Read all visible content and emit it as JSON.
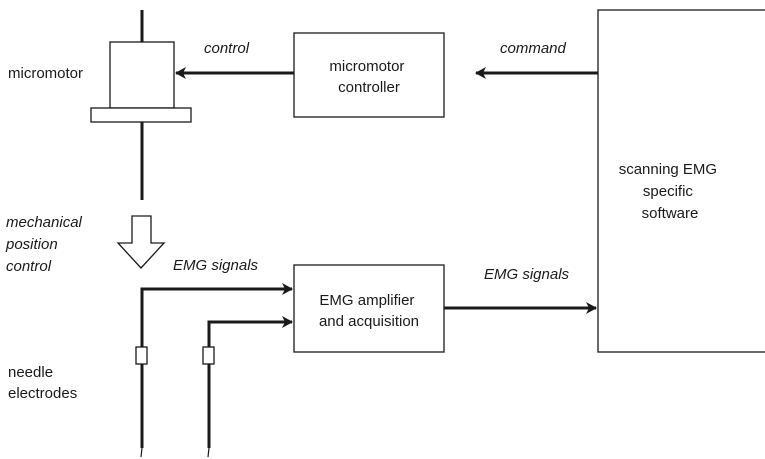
{
  "labels": {
    "micromotor": "micromotor",
    "control": "control",
    "command": "command",
    "micromotor_controller": [
      "micromotor",
      "controller"
    ],
    "scanning_software": [
      "scanning EMG",
      "specific",
      "software"
    ],
    "mechanical_position_control": [
      "mechanical",
      "position",
      "control"
    ],
    "emg_signals_left": "EMG signals",
    "emg_signals_right": "EMG signals",
    "emg_amplifier": [
      "EMG amplifier",
      "and acquisition"
    ],
    "needle_electrodes": [
      "needle",
      "electrodes"
    ]
  },
  "colors": {
    "stroke": "#1a1a1a",
    "background": "#ffffff"
  }
}
